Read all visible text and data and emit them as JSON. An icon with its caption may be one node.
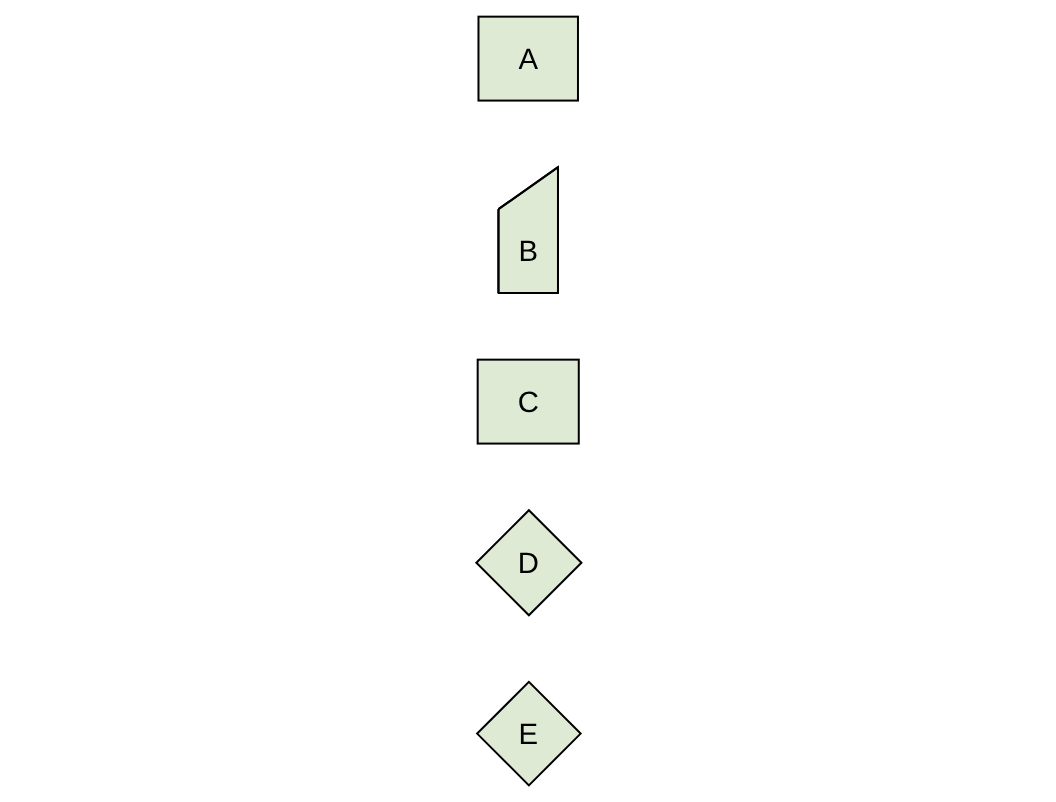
{
  "diagram": {
    "nodes": [
      {
        "text": [
          "A"
        ]
      },
      {
        "text": [
          "B"
        ]
      },
      {
        "text": [
          "C"
        ]
      },
      {
        "text": [
          "D"
        ]
      },
      {
        "text": [
          "E"
        ]
      }
    ]
  }
}
